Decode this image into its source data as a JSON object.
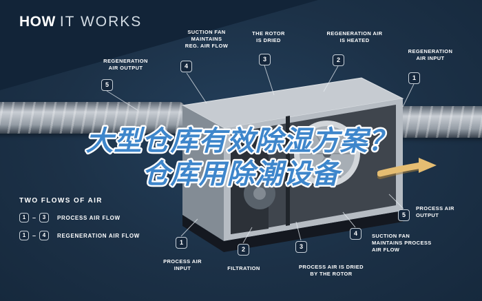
{
  "title": {
    "word1": "HOW",
    "word2": "IT WORKS"
  },
  "headline": {
    "line1": "大型仓库有效除湿方案？",
    "line2": "仓库用除潮设备",
    "fill": "#3e86cb",
    "stroke": "#ffffff"
  },
  "callouts": {
    "reg_output": {
      "num": "5",
      "label": "REGENERATION\nAIR OUTPUT"
    },
    "suction_reg": {
      "num": "4",
      "label": "SUCTION FAN\nMAINTAINS\nREG. AIR FLOW"
    },
    "rotor_dried": {
      "num": "3",
      "label": "THE ROTOR\nIS DRIED"
    },
    "reg_heated": {
      "num": "2",
      "label": "REGENERATION AIR\nIS HEATED"
    },
    "reg_input": {
      "num": "1",
      "label": "REGENERATION\nAIR INPUT"
    },
    "process_output": {
      "num": "5",
      "label": "PROCESS AIR\nOUTPUT"
    },
    "process_input": {
      "num": "1",
      "label": "PROCESS AIR\nINPUT"
    },
    "filtration": {
      "num": "2",
      "label": "FILTRATION"
    },
    "process_dried": {
      "num": "3",
      "label": "PROCESS AIR IS DRIED\nBY THE ROTOR"
    },
    "suction_process": {
      "num": "4",
      "label": "SUCTION FAN\nMAINTAINS PROCESS\nAIR FLOW"
    }
  },
  "legend": {
    "title": "TWO FLOWS OF AIR",
    "rows": [
      {
        "from": "1",
        "dash": "–",
        "to": "3",
        "label": "PROCESS AIR FLOW"
      },
      {
        "from": "1",
        "dash": "–",
        "to": "4",
        "label": "REGENERATION AIR FLOW"
      }
    ]
  },
  "colors": {
    "background": "#1c3147",
    "band": "#122438",
    "badge_bg": "#15273c",
    "headline_fill": "#3e86cb",
    "headline_stroke": "#ffffff",
    "arrow": "#e5bd72"
  }
}
